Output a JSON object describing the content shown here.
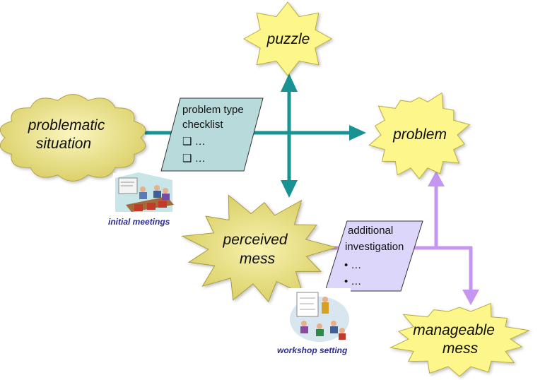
{
  "diagram": {
    "nodes": {
      "problematic_situation": {
        "line1": "problematic",
        "line2": "situation",
        "fill": "#f3ec96"
      },
      "puzzle": {
        "label": "puzzle",
        "fill": "#fdf68a"
      },
      "problem": {
        "label": "problem",
        "fill": "#fdf68a"
      },
      "perceived_mess": {
        "line1": "perceived",
        "line2": "mess",
        "fill": "#f3ec96"
      },
      "manageable_mess": {
        "line1": "manageable",
        "line2": "mess",
        "fill": "#fdf68a"
      }
    },
    "checklist_box": {
      "line1": "problem type",
      "line2": "checklist",
      "items": [
        "❑ …",
        "❑ …"
      ],
      "fill": "#b8dada"
    },
    "investigation_box": {
      "line1": "additional",
      "line2": "investigation",
      "items": [
        "• …",
        "• …"
      ],
      "fill": "#dcd6fb"
    },
    "captions": {
      "initial_meetings": "initial meetings",
      "workshop_setting": "workshop setting"
    },
    "colors": {
      "teal_arrow": "#189292",
      "lilac_arrow": "#c496f2",
      "caption_text": "#2b2b8f"
    }
  }
}
